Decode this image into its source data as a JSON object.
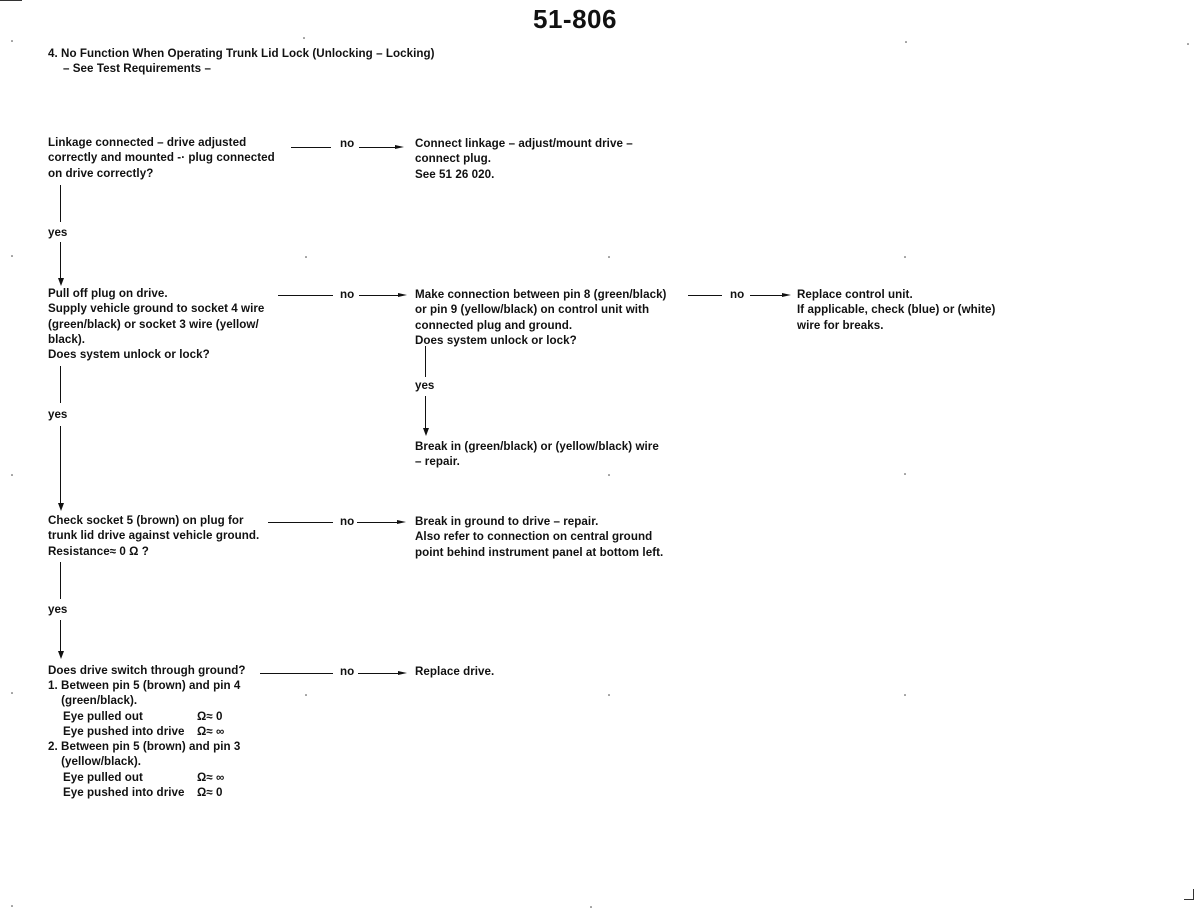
{
  "page": {
    "number": "51-806",
    "heading": "4. No Function When Operating Trunk Lid Lock (Unlocking – Locking)",
    "subheading": "– See Test Requirements –"
  },
  "flow": {
    "yes_label": "yes",
    "no_label": "no",
    "steps": [
      {
        "question": "Linkage connected – drive adjusted\ncorrectly and mounted -· plug connected\non drive correctly?",
        "action_if_no": "Connect linkage – adjust/mount drive –\nconnect plug.\nSee 51 26 020."
      },
      {
        "question": "Pull off plug on drive.\nSupply vehicle ground to socket 4 wire\n(green/black) or socket 3 wire (yellow/\nblack).\nDoes system unlock or lock?",
        "action_if_no": "Make connection between pin 8 (green/black)\nor pin 9 (yellow/black) on control unit with\nconnected plug and ground.\nDoes system unlock or lock?",
        "sub_action_if_no": "Replace control unit.\nIf applicable, check (blue) or (white)\nwire for breaks.",
        "sub_action_if_yes": "Break in (green/black) or (yellow/black) wire\n– repair."
      },
      {
        "question": "Check socket 5 (brown) on plug for\ntrunk lid drive against vehicle ground.\nResistance≈ 0 Ω ?",
        "action_if_no": "Break in ground to drive – repair.\nAlso refer to connection on central ground\npoint behind instrument panel at bottom left."
      },
      {
        "question": "Does drive switch through ground?",
        "checks": [
          {
            "title": "1. Between pin 5 (brown) and pin 4\n    (green/black).",
            "rows": [
              {
                "state": "Eye pulled out",
                "value": "Ω≈ 0"
              },
              {
                "state": "Eye pushed into drive",
                "value": "Ω≈ ∞"
              }
            ]
          },
          {
            "title": "2. Between pin 5 (brown) and pin 3\n    (yellow/black).",
            "rows": [
              {
                "state": "Eye pulled out",
                "value": "Ω≈ ∞"
              },
              {
                "state": "Eye pushed into drive",
                "value": "Ω≈ 0"
              }
            ]
          }
        ],
        "action_if_no": "Replace drive."
      }
    ]
  }
}
